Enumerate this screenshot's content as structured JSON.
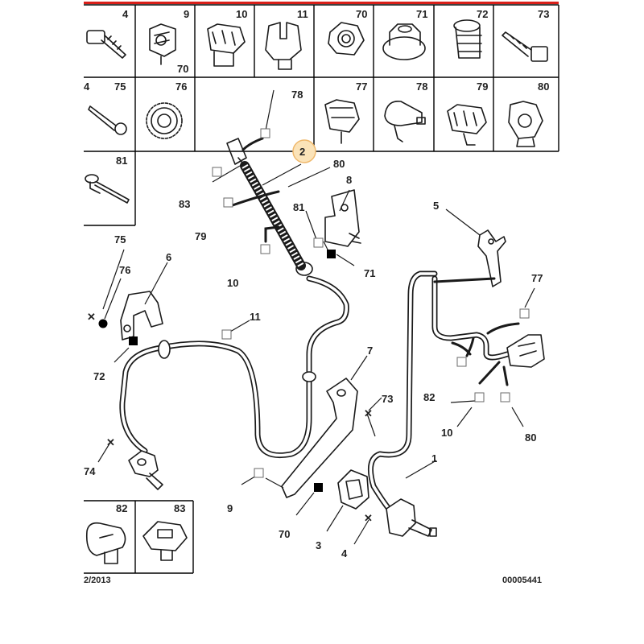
{
  "header_grid": {
    "row1": [
      "4",
      "9",
      "10",
      "11",
      "70",
      "71",
      "72",
      "73"
    ],
    "row1_sublabel": "70",
    "row2": [
      "4",
      "75",
      "76",
      "77",
      "78",
      "79",
      "80"
    ],
    "row3": [
      "81"
    ],
    "bottom": [
      "82",
      "83"
    ]
  },
  "callouts": {
    "c1": "1",
    "c2": "2",
    "c3": "3",
    "c4": "4",
    "c5": "5",
    "c6": "6",
    "c7": "7",
    "c8": "8",
    "c9": "9",
    "c10a": "10",
    "c10b": "10",
    "c11": "11",
    "c70": "70",
    "c71": "71",
    "c72": "72",
    "c73": "73",
    "c74": "74",
    "c75": "75",
    "c76": "76",
    "c77": "77",
    "c78": "78",
    "c79": "79",
    "c80a": "80",
    "c80b": "80",
    "c81": "81",
    "c82": "82",
    "c83": "83"
  },
  "footer": {
    "date": "2/2013",
    "ref": "00005441"
  },
  "colors": {
    "accent_line": "#d9201a",
    "highlight": "#fbe3b8"
  }
}
